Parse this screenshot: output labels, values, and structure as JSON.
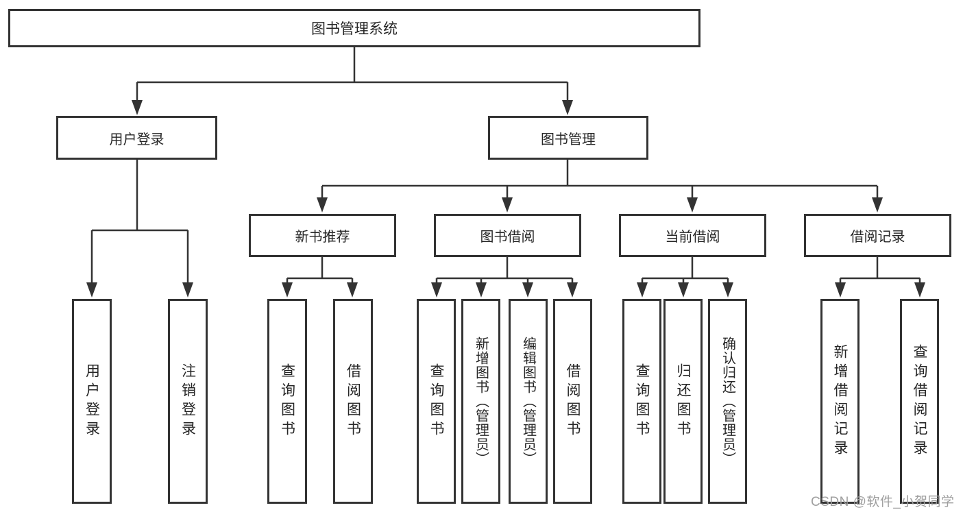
{
  "diagram": {
    "type": "hierarchy-tree",
    "tree": {
      "label": "图书管理系统",
      "children": [
        {
          "label": "用户登录",
          "children": [
            {
              "label": "用户登录"
            },
            {
              "label": "注销登录"
            }
          ]
        },
        {
          "label": "图书管理",
          "children": [
            {
              "label": "新书推荐",
              "children": [
                {
                  "label": "查询图书"
                },
                {
                  "label": "借阅图书"
                }
              ]
            },
            {
              "label": "图书借阅",
              "children": [
                {
                  "label": "查询图书"
                },
                {
                  "label": "新增图书（管理员）"
                },
                {
                  "label": "编辑图书（管理员）"
                },
                {
                  "label": "借阅图书"
                }
              ]
            },
            {
              "label": "当前借阅",
              "children": [
                {
                  "label": "查询图书"
                },
                {
                  "label": "归还图书"
                },
                {
                  "label": "确认归还（管理员）"
                }
              ]
            },
            {
              "label": "借阅记录",
              "children": [
                {
                  "label": "新增借阅记录"
                },
                {
                  "label": "查询借阅记录"
                }
              ]
            }
          ]
        }
      ]
    },
    "colors": {
      "line": "#333333",
      "box_border": "#333333",
      "box_fill": "#ffffff",
      "text": "#262626",
      "watermark": "#9e9e9e",
      "background": "#ffffff"
    }
  },
  "watermark": {
    "text": "CSDN @软件_小贺同学"
  }
}
